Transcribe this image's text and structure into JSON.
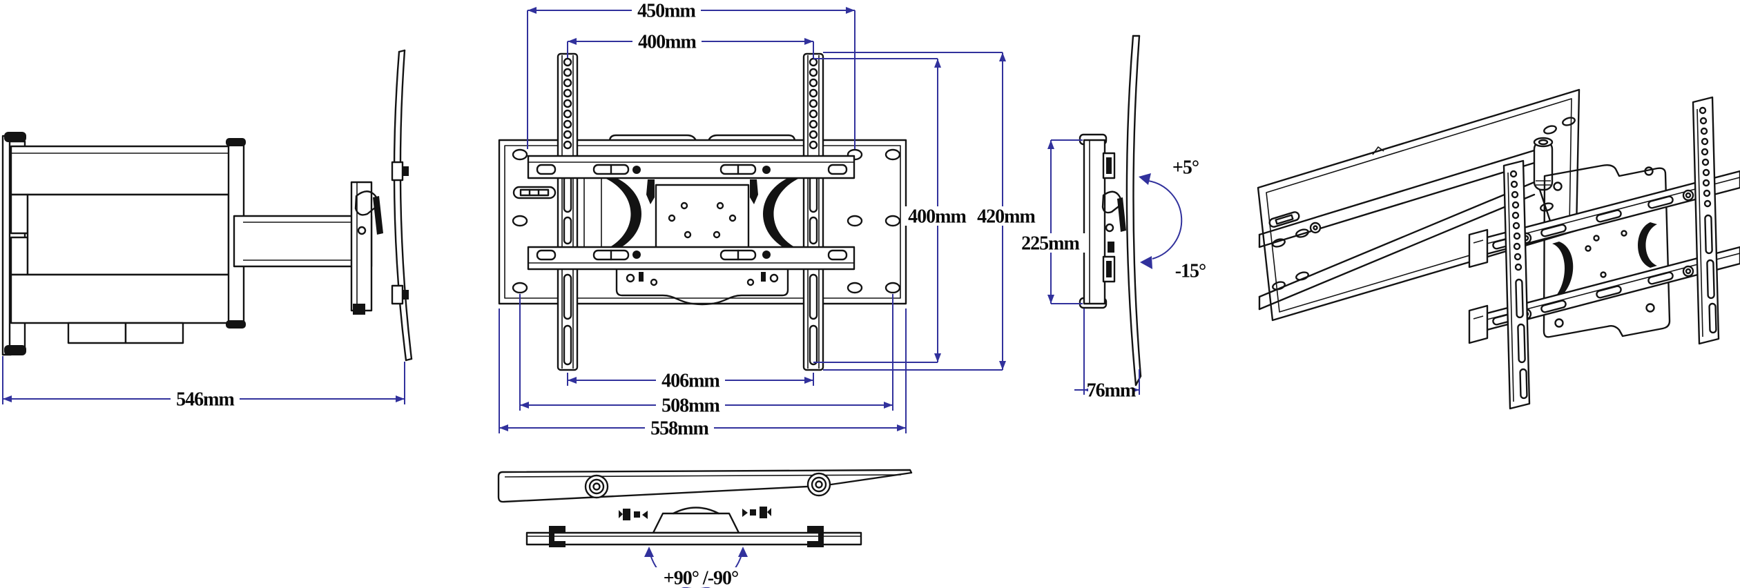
{
  "colors": {
    "background": "#ffffff",
    "line": "#131313",
    "dimension_line": "#31319c",
    "label_text": "#0a0a0a"
  },
  "views": {
    "side_folded": {
      "label_546": "546mm"
    },
    "front": {
      "label_450": "450mm",
      "label_400_top": "400mm",
      "label_406": "406mm",
      "label_508": "508mm",
      "label_558": "558mm",
      "label_400_right": "400mm",
      "label_420_right": "420mm"
    },
    "side_profile": {
      "label_225": "225mm",
      "label_76": "76mm",
      "label_tilt_up": "+5°",
      "label_tilt_down": "-15°"
    },
    "top_swivel": {
      "label_swivel": "+90° /-90°"
    },
    "perspective": {}
  }
}
